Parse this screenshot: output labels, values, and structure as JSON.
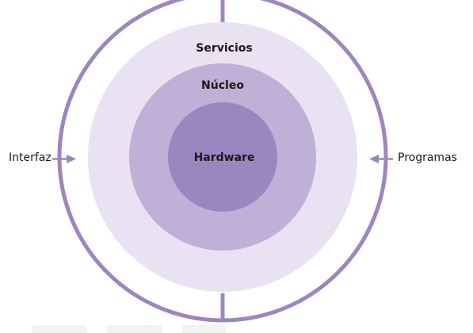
{
  "diagram": {
    "layers": [
      {
        "name": "Servicios"
      },
      {
        "name": "Núcleo"
      },
      {
        "name": "Hardware"
      }
    ],
    "left_label": "Interfaz",
    "right_label": "Programas",
    "colors": {
      "outer_ring": "#9d85bf",
      "servicios": "#e8e2f2",
      "nucleo": "#bfb0d8",
      "hardware": "#9c86bf",
      "arrow": "#9d85bf",
      "watermark": "#f3f3f3"
    }
  }
}
